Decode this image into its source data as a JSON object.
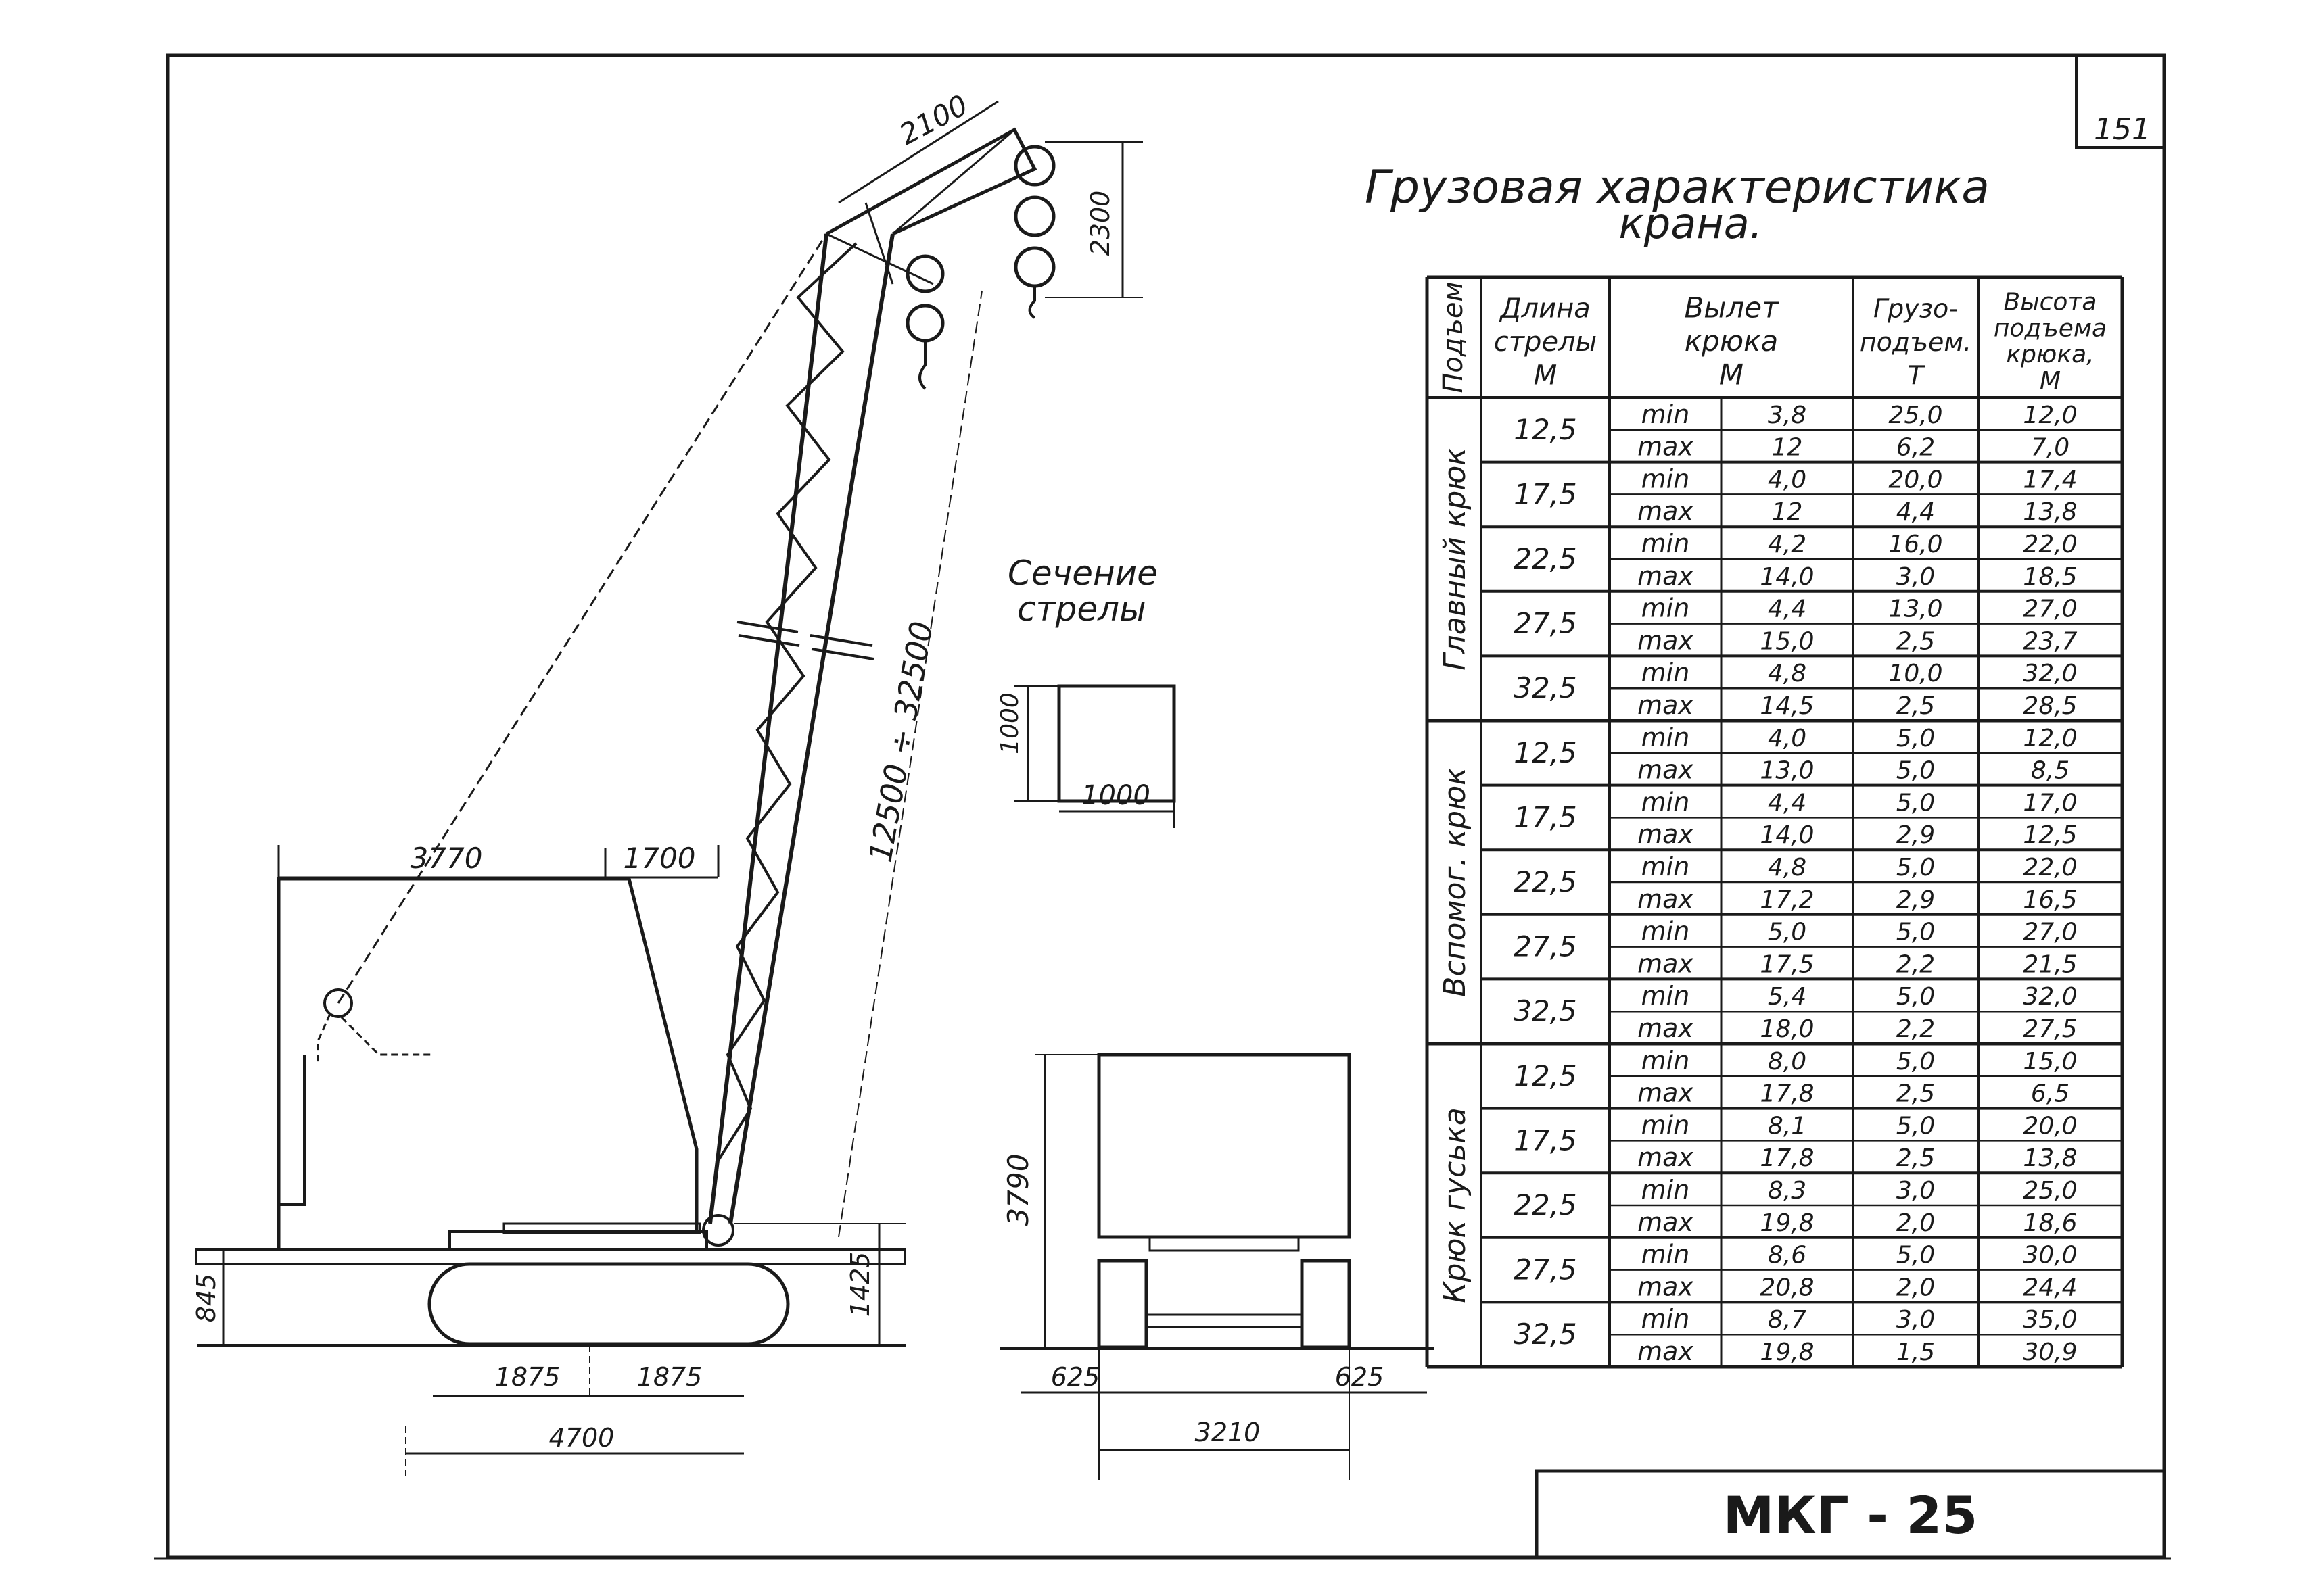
{
  "page_number": "151",
  "title_line1": "Грузовая характеристика",
  "title_line2": "крана.",
  "section_label_line1": "Сечение",
  "section_label_line2": "стрелы",
  "drawing_code": "МКГ - 25",
  "dimensions": {
    "boom_head_width": "2100",
    "boom_head_height": "2300",
    "boom_length": "12500 ÷ 32500",
    "counterweight_offset": "3770",
    "pivot_offset": "1700",
    "track_height": "845",
    "boom_foot_height": "1425",
    "track_half_left": "1875",
    "track_half_right": "1875",
    "track_length": "4700",
    "section_height": "1000",
    "section_width": "1000",
    "rear_height": "3790",
    "rear_track_left": "625",
    "rear_track_right": "625",
    "rear_gauge": "3210"
  },
  "table": {
    "headers": {
      "hoist": "Подъем",
      "boom_length": [
        "Длина",
        "стрелы",
        "М"
      ],
      "reach": [
        "Вылет",
        "крюка",
        "М"
      ],
      "capacity": [
        "Грузо-",
        "подъем.",
        "Т"
      ],
      "height": [
        "Высота",
        "подъема",
        "крюка,",
        "М"
      ]
    },
    "groups": [
      {
        "name": "Главный крюк",
        "rows": [
          {
            "boom": "12,5",
            "entries": [
              {
                "mode": "min",
                "reach": "3,8",
                "load": "25,0",
                "height": "12,0"
              },
              {
                "mode": "max",
                "reach": "12",
                "load": "6,2",
                "height": "7,0"
              }
            ]
          },
          {
            "boom": "17,5",
            "entries": [
              {
                "mode": "min",
                "reach": "4,0",
                "load": "20,0",
                "height": "17,4"
              },
              {
                "mode": "max",
                "reach": "12",
                "load": "4,4",
                "height": "13,8"
              }
            ]
          },
          {
            "boom": "22,5",
            "entries": [
              {
                "mode": "min",
                "reach": "4,2",
                "load": "16,0",
                "height": "22,0"
              },
              {
                "mode": "max",
                "reach": "14,0",
                "load": "3,0",
                "height": "18,5"
              }
            ]
          },
          {
            "boom": "27,5",
            "entries": [
              {
                "mode": "min",
                "reach": "4,4",
                "load": "13,0",
                "height": "27,0"
              },
              {
                "mode": "max",
                "reach": "15,0",
                "load": "2,5",
                "height": "23,7"
              }
            ]
          },
          {
            "boom": "32,5",
            "entries": [
              {
                "mode": "min",
                "reach": "4,8",
                "load": "10,0",
                "height": "32,0"
              },
              {
                "mode": "max",
                "reach": "14,5",
                "load": "2,5",
                "height": "28,5"
              }
            ]
          }
        ]
      },
      {
        "name": "Вспомог. крюк",
        "rows": [
          {
            "boom": "12,5",
            "entries": [
              {
                "mode": "min",
                "reach": "4,0",
                "load": "5,0",
                "height": "12,0"
              },
              {
                "mode": "max",
                "reach": "13,0",
                "load": "5,0",
                "height": "8,5"
              }
            ]
          },
          {
            "boom": "17,5",
            "entries": [
              {
                "mode": "min",
                "reach": "4,4",
                "load": "5,0",
                "height": "17,0"
              },
              {
                "mode": "max",
                "reach": "14,0",
                "load": "2,9",
                "height": "12,5"
              }
            ]
          },
          {
            "boom": "22,5",
            "entries": [
              {
                "mode": "min",
                "reach": "4,8",
                "load": "5,0",
                "height": "22,0"
              },
              {
                "mode": "max",
                "reach": "17,2",
                "load": "2,9",
                "height": "16,5"
              }
            ]
          },
          {
            "boom": "27,5",
            "entries": [
              {
                "mode": "min",
                "reach": "5,0",
                "load": "5,0",
                "height": "27,0"
              },
              {
                "mode": "max",
                "reach": "17,5",
                "load": "2,2",
                "height": "21,5"
              }
            ]
          },
          {
            "boom": "32,5",
            "entries": [
              {
                "mode": "min",
                "reach": "5,4",
                "load": "5,0",
                "height": "32,0"
              },
              {
                "mode": "max",
                "reach": "18,0",
                "load": "2,2",
                "height": "27,5"
              }
            ]
          }
        ]
      },
      {
        "name": "Крюк гуська",
        "rows": [
          {
            "boom": "12,5",
            "entries": [
              {
                "mode": "min",
                "reach": "8,0",
                "load": "5,0",
                "height": "15,0"
              },
              {
                "mode": "max",
                "reach": "17,8",
                "load": "2,5",
                "height": "6,5"
              }
            ]
          },
          {
            "boom": "17,5",
            "entries": [
              {
                "mode": "min",
                "reach": "8,1",
                "load": "5,0",
                "height": "20,0"
              },
              {
                "mode": "max",
                "reach": "17,8",
                "load": "2,5",
                "height": "13,8"
              }
            ]
          },
          {
            "boom": "22,5",
            "entries": [
              {
                "mode": "min",
                "reach": "8,3",
                "load": "3,0",
                "height": "25,0"
              },
              {
                "mode": "max",
                "reach": "19,8",
                "load": "2,0",
                "height": "18,6"
              }
            ]
          },
          {
            "boom": "27,5",
            "entries": [
              {
                "mode": "min",
                "reach": "8,6",
                "load": "5,0",
                "height": "30,0"
              },
              {
                "mode": "max",
                "reach": "20,8",
                "load": "2,0",
                "height": "24,4"
              }
            ]
          },
          {
            "boom": "32,5",
            "entries": [
              {
                "mode": "min",
                "reach": "8,7",
                "load": "3,0",
                "height": "35,0"
              },
              {
                "mode": "max",
                "reach": "19,8",
                "load": "1,5",
                "height": "30,9"
              }
            ]
          }
        ]
      }
    ]
  }
}
